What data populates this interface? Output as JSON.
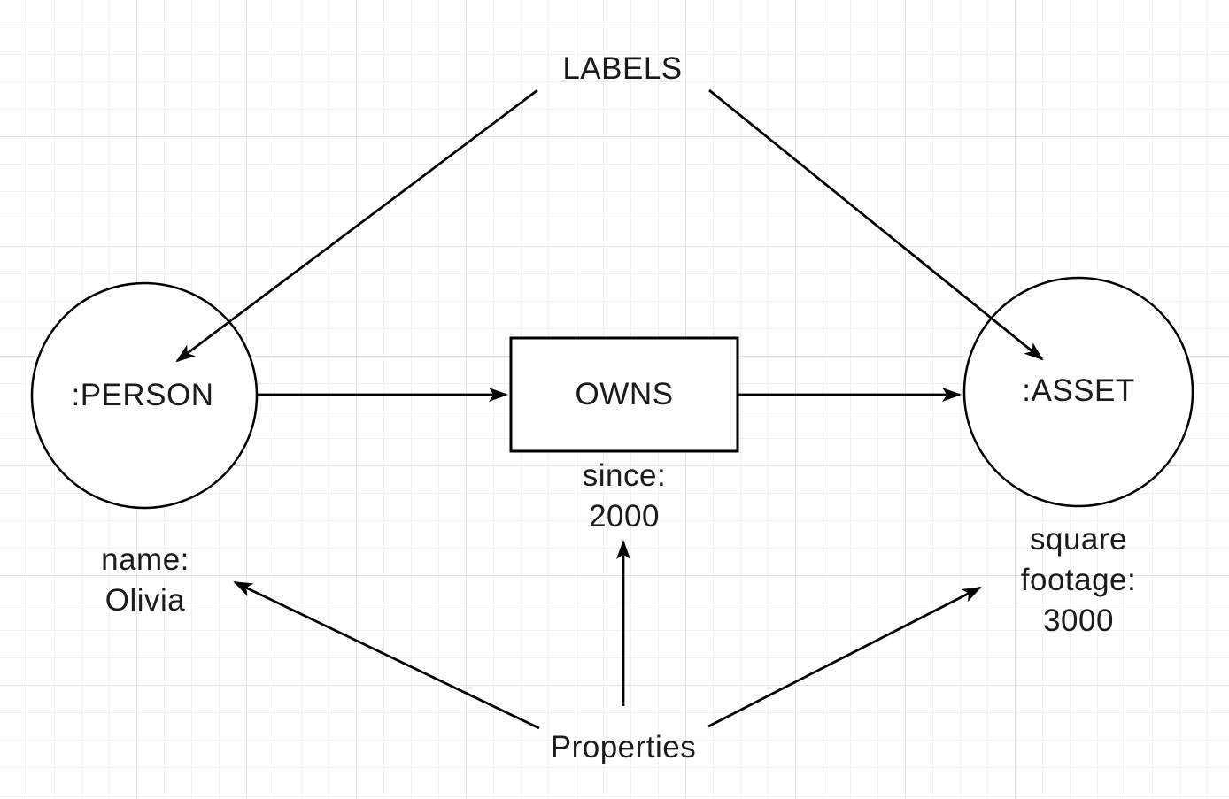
{
  "diagram": {
    "annotations": {
      "labels_title": "LABELS",
      "properties_title": "Properties"
    },
    "nodes": [
      {
        "id": "person",
        "label": ":PERSON",
        "shape": "circle",
        "property_lines": [
          "name:",
          "Olivia"
        ]
      },
      {
        "id": "asset",
        "label": ":ASSET",
        "shape": "circle",
        "property_lines": [
          "square",
          "footage:",
          "3000"
        ]
      }
    ],
    "relationship": {
      "label": "OWNS",
      "shape": "rectangle",
      "property_lines": [
        "since:",
        "2000"
      ]
    },
    "arrows": [
      {
        "name": "labels-to-person",
        "from": "LABELS",
        "to": ":PERSON"
      },
      {
        "name": "labels-to-asset",
        "from": "LABELS",
        "to": ":ASSET"
      },
      {
        "name": "person-to-owns",
        "from": ":PERSON",
        "to": "OWNS"
      },
      {
        "name": "owns-to-asset",
        "from": "OWNS",
        "to": ":ASSET"
      },
      {
        "name": "properties-to-name",
        "from": "Properties",
        "to": "name: Olivia"
      },
      {
        "name": "properties-to-since",
        "from": "Properties",
        "to": "since: 2000"
      },
      {
        "name": "properties-to-square-footage",
        "from": "Properties",
        "to": "square footage: 3000"
      }
    ],
    "colors": {
      "stroke": "#000000",
      "text": "#1a1a1a",
      "shape_fill": "#ffffff",
      "grid_minor": "#f1f1f1",
      "grid_major": "#e3e3e3",
      "background": "#ffffff"
    }
  }
}
